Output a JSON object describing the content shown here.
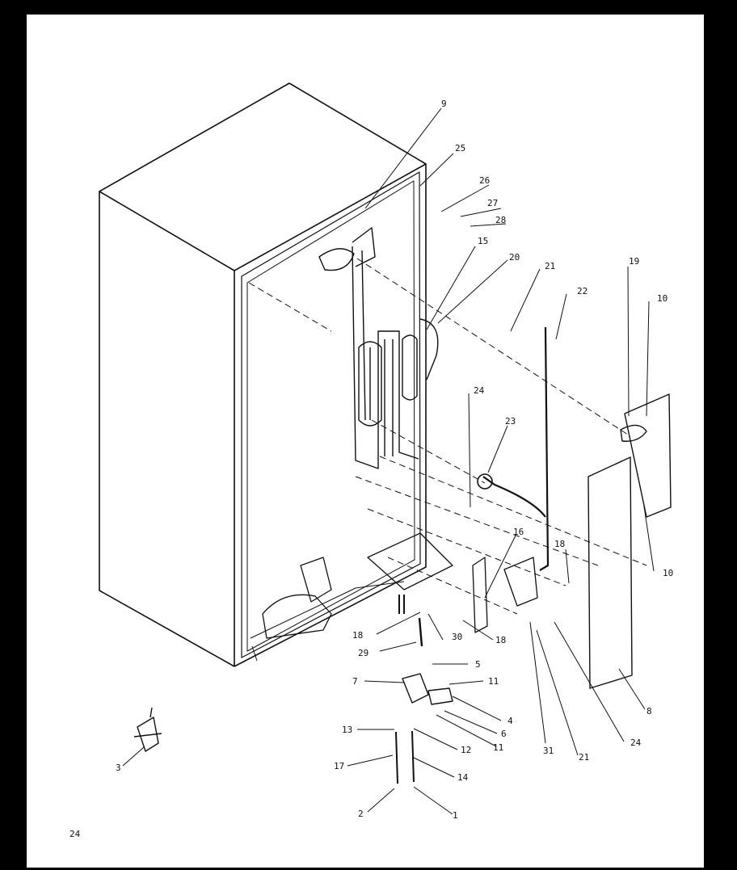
{
  "diagram": {
    "page_number": "24",
    "callouts": [
      "9",
      "25",
      "26",
      "27",
      "28",
      "15",
      "20",
      "21",
      "22",
      "19",
      "10",
      "10",
      "24",
      "23",
      "16",
      "18",
      "18",
      "18",
      "29",
      "30",
      "5",
      "7",
      "11",
      "4",
      "6",
      "11",
      "13",
      "12",
      "17",
      "14",
      "2",
      "1",
      "3",
      "31",
      "21",
      "24",
      "8"
    ]
  }
}
